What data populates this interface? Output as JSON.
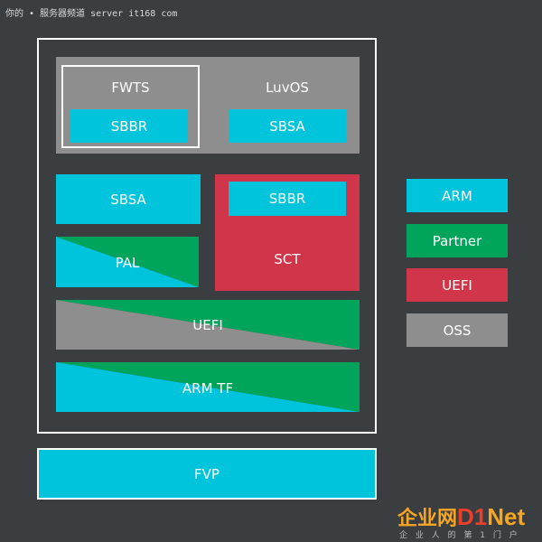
{
  "watermark": {
    "top_text": "你的 • 服务器频道 server it168 com",
    "logo_cn": "企业网",
    "logo_d1": "D1",
    "logo_net": "Net",
    "logo_sub": "企 业 人 的 第 1 门 户"
  },
  "colors": {
    "arm": "#00c3dc",
    "partner": "#00a45a",
    "uefi": "#d03549",
    "oss": "#8e8e8e",
    "background": "#3b3e40"
  },
  "stack": {
    "fwts": "FWTS",
    "luvos": "LuvOS",
    "sbbr_in_fwts": "SBBR",
    "sbsa_in_luvos": "SBSA",
    "sbsa": "SBSA",
    "sbbr_in_sct": "SBBR",
    "sct": "SCT",
    "pal": "PAL",
    "uefi": "UEFI",
    "arm_tf": "ARM TF",
    "fvp": "FVP"
  },
  "legend": {
    "items": [
      "ARM",
      "Partner",
      "UEFI",
      "OSS"
    ]
  }
}
